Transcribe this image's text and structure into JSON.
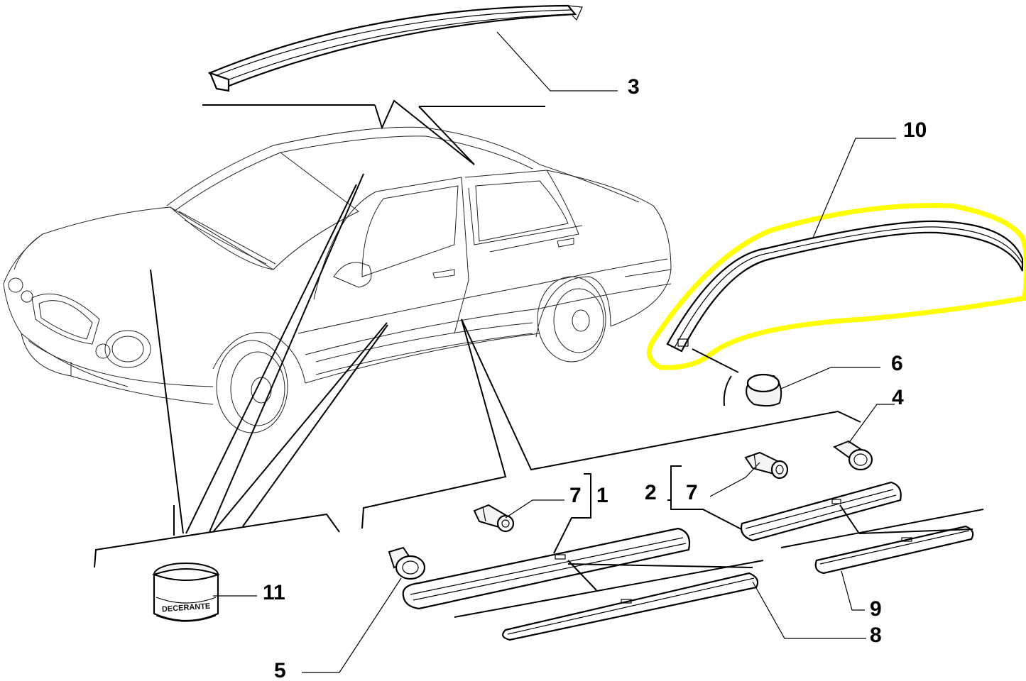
{
  "highlight_color": "#ffff00",
  "parts": [
    {
      "id": "3",
      "label": "3"
    },
    {
      "id": "10",
      "label": "10"
    },
    {
      "id": "6",
      "label": "6"
    },
    {
      "id": "4",
      "label": "4"
    },
    {
      "id": "7a",
      "label": "7"
    },
    {
      "id": "1",
      "label": "1"
    },
    {
      "id": "2",
      "label": "2"
    },
    {
      "id": "7b",
      "label": "7"
    },
    {
      "id": "11",
      "label": "11"
    },
    {
      "id": "9",
      "label": "9"
    },
    {
      "id": "8",
      "label": "8"
    },
    {
      "id": "5",
      "label": "5"
    }
  ],
  "can_label": "DECERANTE"
}
